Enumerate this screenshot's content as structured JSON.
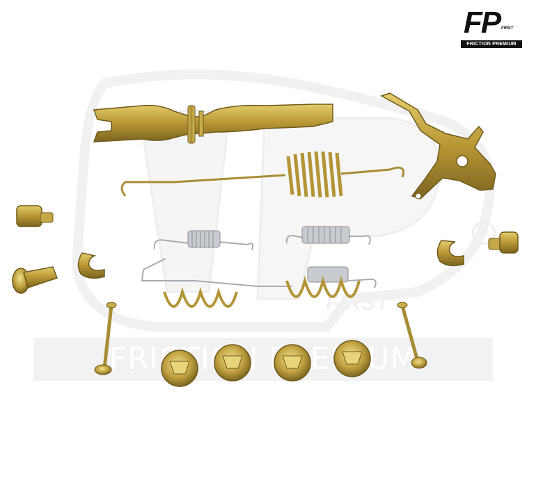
{
  "logo": {
    "mark": "FP",
    "first": "FIRST",
    "subtitle": "FRICTION PREMIUM"
  },
  "watermark": {
    "brand_text": "FRICTION PREMIUM",
    "first_text": "FIRST",
    "registered_mark": "®"
  },
  "colors": {
    "zinc_gold": "#c8a83a",
    "zinc_dark": "#8a7022",
    "steel": "#b9bcc0",
    "watermark": "#f0f0f0"
  }
}
